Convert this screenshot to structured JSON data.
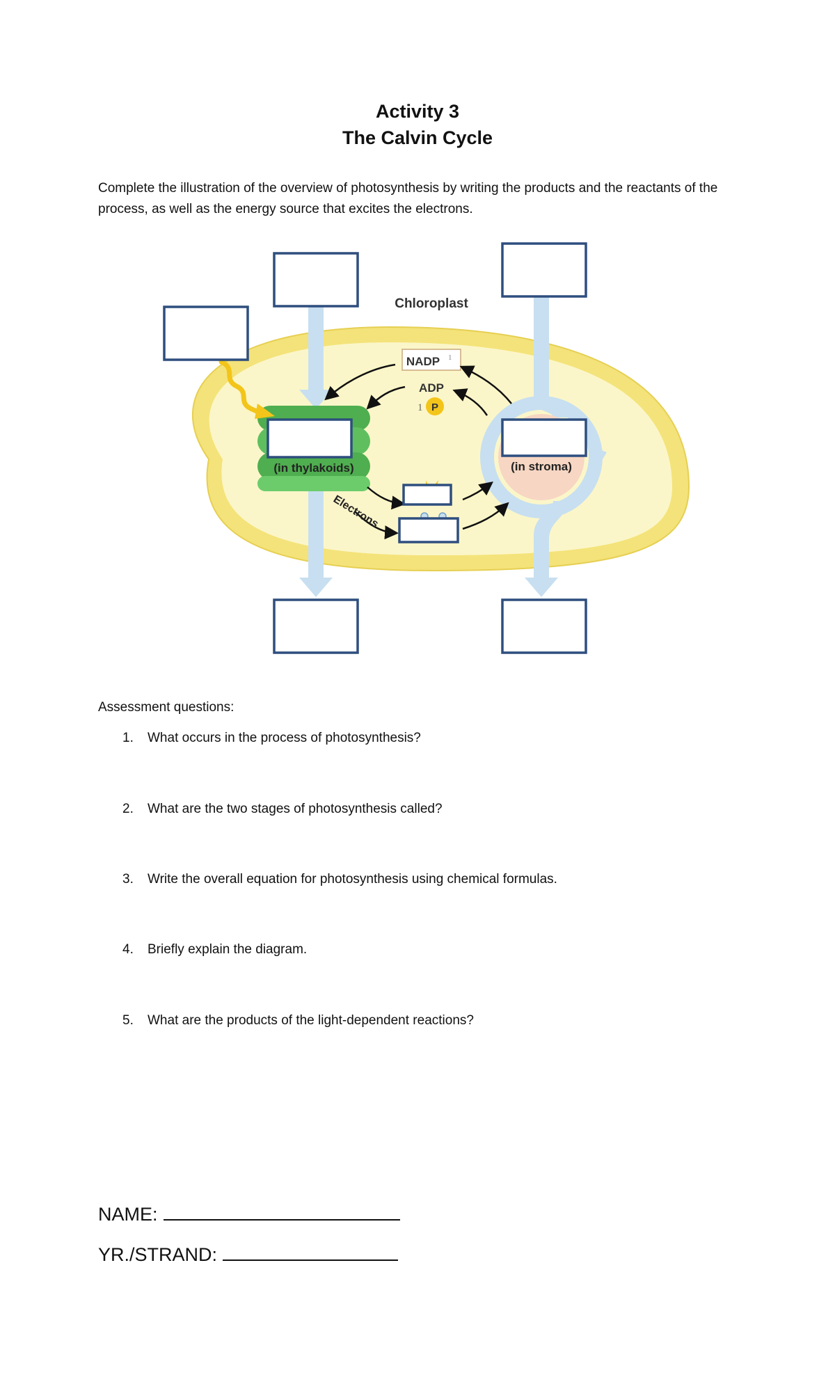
{
  "header": {
    "title_line1": "Activity 3",
    "title_line2": "The Calvin Cycle"
  },
  "instructions": "Complete the illustration of the overview of photosynthesis by writing the products and the reactants of the process, as well as the energy source that excites the electrons.",
  "diagram": {
    "chloroplast_label": "Chloroplast",
    "nadp_label": "NADP",
    "nadp_superscript": "1",
    "adp_label": "ADP",
    "pi_prefix": "1",
    "pi_label": "P",
    "thylakoid_label": "(in thylakoids)",
    "stroma_label": "(in stroma)",
    "electrons_label": "Electrons",
    "colors": {
      "box_border": "#2e4e7e",
      "chloroplast_outer": "#f4e37a",
      "chloroplast_inner": "#fbf6c9",
      "thylakoid": "#5fbf5f",
      "arrow_blue": "#c7dff0",
      "stroma_fill": "#f7d6c3",
      "light_wave": "#f3c51a"
    }
  },
  "assessment": {
    "heading": "Assessment questions:",
    "questions": [
      {
        "num": "1.",
        "text": "What occurs in the process of photosynthesis?"
      },
      {
        "num": "2.",
        "text": "What are the two stages of photosynthesis called?"
      },
      {
        "num": "3.",
        "text": "Write the overall equation for photosynthesis using chemical formulas."
      },
      {
        "num": "4.",
        "text": "Briefly explain the diagram."
      },
      {
        "num": "5.",
        "text": "What are the products of the light-dependent reactions?"
      }
    ]
  },
  "fields": {
    "name_label": "NAME:",
    "strand_label": "YR./STRAND:"
  }
}
